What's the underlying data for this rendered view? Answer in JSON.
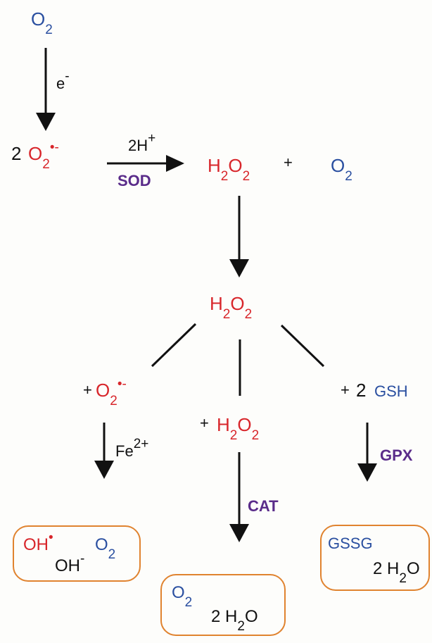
{
  "colors": {
    "blue": "#2a4fa0",
    "red": "#d8262b",
    "purple": "#5a2c8a",
    "box_border": "#e0832f",
    "line": "#111111"
  },
  "top": {
    "o2_base": "O",
    "o2_sub": "2",
    "electron_base": "e",
    "electron_sup": "-"
  },
  "row1": {
    "coef": "2",
    "superoxide_base": "O",
    "superoxide_sub": "2",
    "superoxide_sup": "•-",
    "proton_base": "2H",
    "proton_sup": "+",
    "sod": "SOD",
    "h2o2_h": "H",
    "h2o2_sub1": "2",
    "h2o2_o": "O",
    "h2o2_sub2": "2",
    "plus": "+",
    "o2_base": "O",
    "o2_sub": "2"
  },
  "center": {
    "h": "H",
    "sub1": "2",
    "o": "O",
    "sub2": "2"
  },
  "left_branch": {
    "plus": "+",
    "base": "O",
    "sub": "2",
    "sup": "•-",
    "fe_base": "Fe",
    "fe_sup": "2+",
    "box": {
      "oh_rad_base": "OH",
      "oh_rad_sup": "•",
      "o2_base": "O",
      "o2_sub": "2",
      "oh_base": "OH",
      "oh_sup": "-"
    }
  },
  "middle_branch": {
    "plus": "+",
    "h": "H",
    "sub1": "2",
    "o": "O",
    "sub2": "2",
    "cat": "CAT",
    "box": {
      "o2_base": "O",
      "o2_sub": "2",
      "water_coef": "2",
      "water_h": "H",
      "water_sub": "2",
      "water_o": "O"
    }
  },
  "right_branch": {
    "plus": "+",
    "coef": "2",
    "gsh": "GSH",
    "gpx": "GPX",
    "box": {
      "gssg": "GSSG",
      "water_coef": "2",
      "water_h": "H",
      "water_sub": "2",
      "water_o": "O"
    }
  }
}
